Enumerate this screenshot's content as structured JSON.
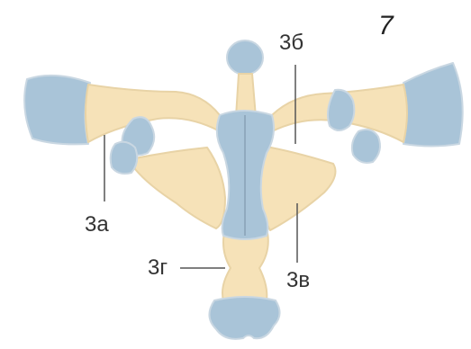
{
  "figure": {
    "corner_mark": "7",
    "labels": {
      "a": "3а",
      "b": "3б",
      "v": "3в",
      "g": "3г"
    }
  },
  "colors": {
    "bone": "#f6e2b8",
    "cartilage": "#a9c4d8",
    "outline": "#c9d7e2",
    "leader": "#555555",
    "text": "#333333"
  }
}
